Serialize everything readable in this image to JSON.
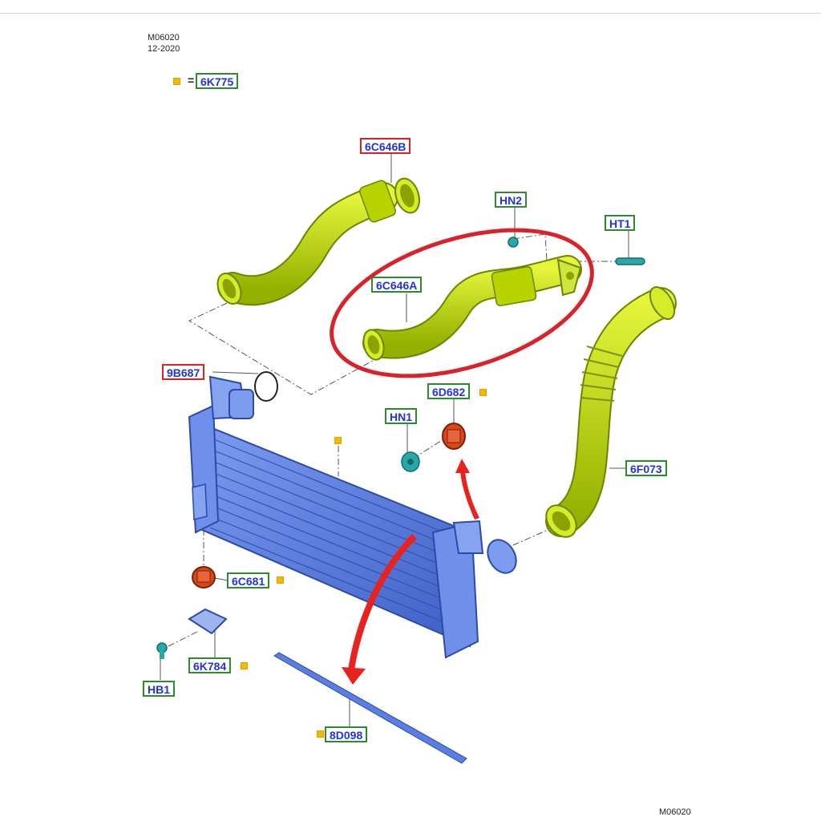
{
  "document": {
    "drawing_code": "M06020",
    "drawing_date": "12-2020",
    "footer_code": "M06020"
  },
  "legend": {
    "marker_color": "#f5b800",
    "equals_sign": "=",
    "part_code": "6K775"
  },
  "callouts": {
    "6C646B": "6C646B",
    "HN2": "HN2",
    "HT1": "HT1",
    "6C646A": "6C646A",
    "9B687": "9B687",
    "6D682": "6D682",
    "HN1": "HN1",
    "6F073": "6F073",
    "6C681": "6C681",
    "6K784": "6K784",
    "HB1": "HB1",
    "8D098": "8D098"
  },
  "colors": {
    "hose": "#c4e000",
    "intercooler": "#5b7fe0",
    "bracket_rubber": "#d8461c",
    "fastener": "#2aa8a8",
    "highlight_ellipse": "#d9232a",
    "arrow": "#e8231f",
    "callout_border_default": "#2e8b2e",
    "callout_border_flagged": "#e02020",
    "callout_text": "#2233dd"
  },
  "icons": {
    "legend_marker": "square-marker-icon"
  }
}
